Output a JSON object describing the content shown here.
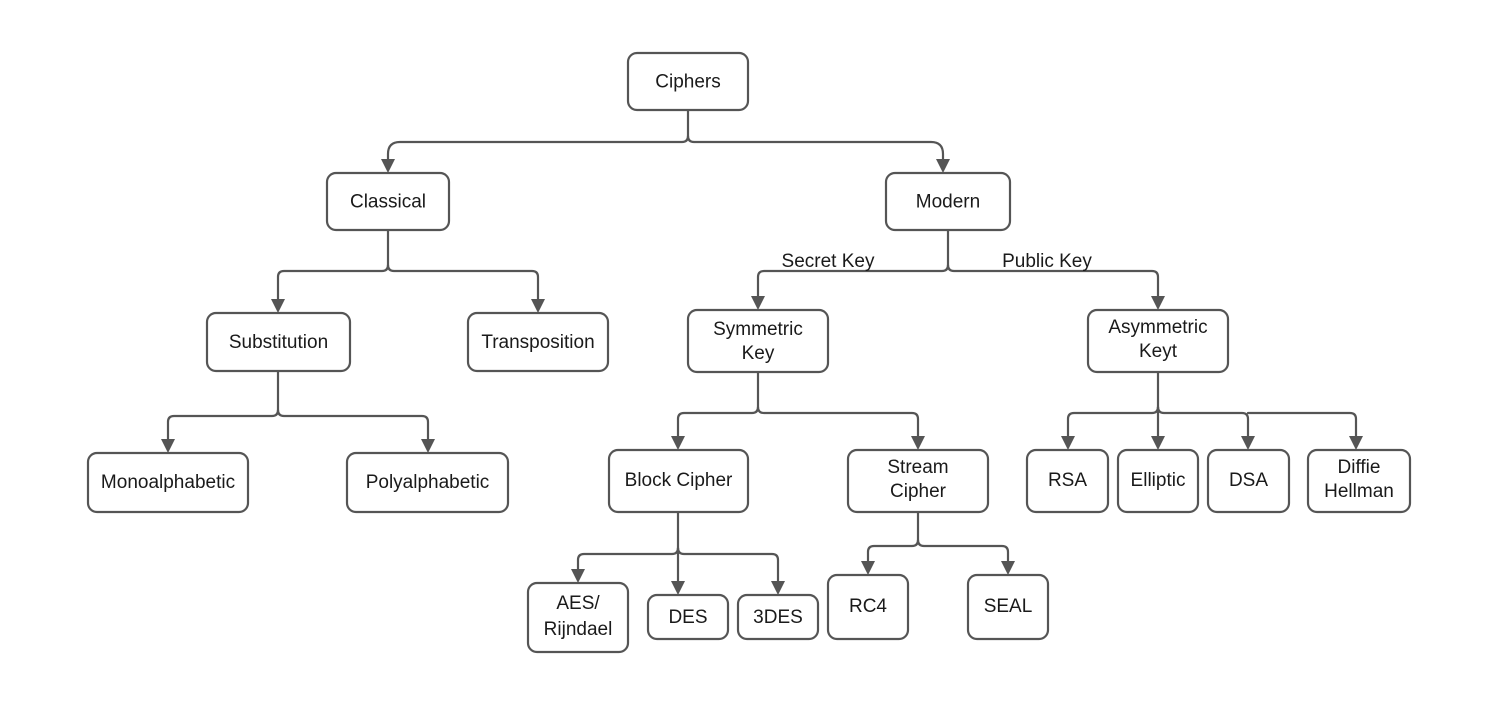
{
  "diagram": {
    "title": "Ciphers",
    "type": "tree-taxonomy",
    "background_color": "#ffffff",
    "node_border_color": "#555555",
    "node_fill_color": "#ffffff",
    "text_color": "#1a1a1a",
    "edge_color": "#555555",
    "nodes": {
      "ciphers": {
        "label": "Ciphers",
        "line1": "Ciphers",
        "line2": ""
      },
      "classical": {
        "label": "Classical",
        "line1": "Classical",
        "line2": ""
      },
      "modern": {
        "label": "Modern",
        "line1": "Modern",
        "line2": ""
      },
      "substitution": {
        "label": "Substitution",
        "line1": "Substitution",
        "line2": ""
      },
      "transposition": {
        "label": "Transposition",
        "line1": "Transposition",
        "line2": ""
      },
      "symmetric": {
        "label": "Symmetric Key",
        "line1": "Symmetric",
        "line2": "Key"
      },
      "asymmetric": {
        "label": "Asymmetric Keyt",
        "line1": "Asymmetric",
        "line2": "Keyt"
      },
      "monoalphabetic": {
        "label": "Monoalphabetic",
        "line1": "Monoalphabetic",
        "line2": ""
      },
      "polyalphabetic": {
        "label": "Polyalphabetic",
        "line1": "Polyalphabetic",
        "line2": ""
      },
      "block_cipher": {
        "label": "Block Cipher",
        "line1": "Block Cipher",
        "line2": ""
      },
      "stream_cipher": {
        "label": "Stream Cipher",
        "line1": "Stream",
        "line2": "Cipher"
      },
      "rsa": {
        "label": "RSA",
        "line1": "RSA",
        "line2": ""
      },
      "elliptic": {
        "label": "Elliptic",
        "line1": "Elliptic",
        "line2": ""
      },
      "dsa": {
        "label": "DSA",
        "line1": "DSA",
        "line2": ""
      },
      "diffie_hellman": {
        "label": "Diffie Hellman",
        "line1": "Diffie",
        "line2": "Hellman"
      },
      "aes_rijndael": {
        "label": "AES/Rijndael",
        "line1": "AES/",
        "line2": "Rijndael"
      },
      "des": {
        "label": "DES",
        "line1": "DES",
        "line2": ""
      },
      "tripledes": {
        "label": "3DES",
        "line1": "3DES",
        "line2": ""
      },
      "rc4": {
        "label": "RC4",
        "line1": "RC4",
        "line2": ""
      },
      "seal": {
        "label": "SEAL",
        "line1": "SEAL",
        "line2": ""
      }
    },
    "edge_labels": {
      "secret_key": "Secret Key",
      "public_key": "Public Key"
    },
    "edges": [
      {
        "from": "ciphers",
        "to": "classical",
        "label": ""
      },
      {
        "from": "ciphers",
        "to": "modern",
        "label": ""
      },
      {
        "from": "classical",
        "to": "substitution",
        "label": ""
      },
      {
        "from": "classical",
        "to": "transposition",
        "label": ""
      },
      {
        "from": "modern",
        "to": "symmetric",
        "label": "Secret Key"
      },
      {
        "from": "modern",
        "to": "asymmetric",
        "label": "Public Key"
      },
      {
        "from": "substitution",
        "to": "monoalphabetic",
        "label": ""
      },
      {
        "from": "substitution",
        "to": "polyalphabetic",
        "label": ""
      },
      {
        "from": "symmetric",
        "to": "block_cipher",
        "label": ""
      },
      {
        "from": "symmetric",
        "to": "stream_cipher",
        "label": ""
      },
      {
        "from": "asymmetric",
        "to": "rsa",
        "label": ""
      },
      {
        "from": "asymmetric",
        "to": "elliptic",
        "label": ""
      },
      {
        "from": "asymmetric",
        "to": "dsa",
        "label": ""
      },
      {
        "from": "asymmetric",
        "to": "diffie_hellman",
        "label": ""
      },
      {
        "from": "block_cipher",
        "to": "aes_rijndael",
        "label": ""
      },
      {
        "from": "block_cipher",
        "to": "des",
        "label": ""
      },
      {
        "from": "block_cipher",
        "to": "tripledes",
        "label": ""
      },
      {
        "from": "stream_cipher",
        "to": "rc4",
        "label": ""
      },
      {
        "from": "stream_cipher",
        "to": "seal",
        "label": ""
      }
    ]
  }
}
